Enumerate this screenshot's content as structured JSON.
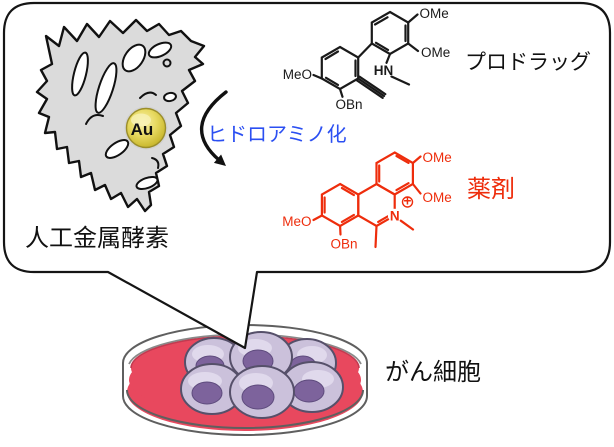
{
  "figure": {
    "panel": {
      "enzyme_label": "人工金属酵素",
      "metal_label": "Au",
      "gold_color": "#e3d44f",
      "reaction_label": "ヒドロアミノ化",
      "reaction_color": "#2b4ff2",
      "prodrug": {
        "title": "プロドラッグ",
        "color": "#1a1a1a",
        "substituents": {
          "ome_top": "OMe",
          "ome_side": "OMe",
          "meo": "MeO",
          "obn": "OBn",
          "amine": "HN"
        }
      },
      "drug": {
        "title": "薬剤",
        "color": "#ee2d0c",
        "substituents": {
          "ome_top": "OMe",
          "ome_side": "OMe",
          "meo": "MeO",
          "obn": "OBn",
          "nitrogen": "N",
          "charge": "+"
        }
      }
    },
    "dish": {
      "label": "がん細胞",
      "medium_color": "#e8485e",
      "cell_body_color": "#cbc1db",
      "cell_nucleus_color": "#7d639c"
    }
  }
}
